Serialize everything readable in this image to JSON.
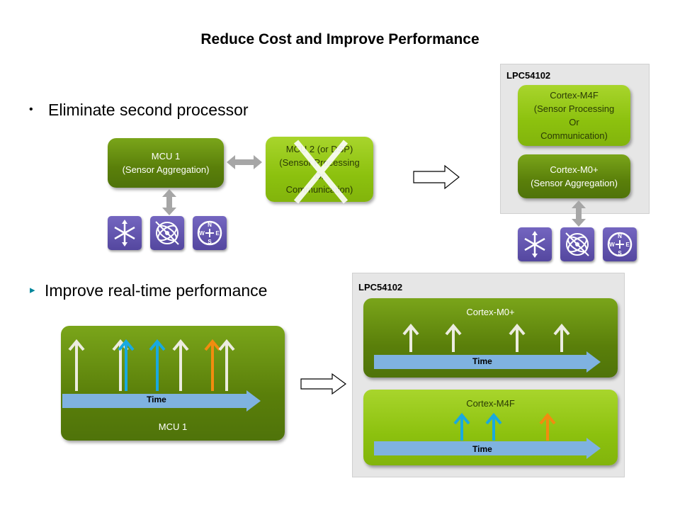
{
  "title": "Reduce Cost and Improve Performance",
  "bullets": [
    {
      "marker": "•",
      "text": "Eliminate second processor"
    },
    {
      "marker": "▸",
      "text": "Improve real-time performance"
    }
  ],
  "section1": {
    "mcu1": {
      "line1": "MCU 1",
      "line2": "(Sensor Aggregation)"
    },
    "mcu2": {
      "line1": "MCU 2 (or DSP)",
      "line2": "(Sensor Processing",
      "line3": "Or",
      "line4": "Communication)"
    },
    "lpc": {
      "label": "LPC54102",
      "m4f": {
        "line1": "Cortex-M4F",
        "line2": "(Sensor Processing",
        "line3": "Or",
        "line4": "Communication)"
      },
      "m0": {
        "line1": "Cortex-M0+",
        "line2": "(Sensor Aggregation)"
      }
    },
    "sensor_icons": [
      "accelerometer-icon",
      "gyroscope-icon",
      "compass-icon"
    ],
    "compass_letters": {
      "n": "N",
      "s": "S",
      "e": "E",
      "w": "W"
    }
  },
  "section2": {
    "mcu1": {
      "label": "MCU 1",
      "time": "Time"
    },
    "lpc": {
      "label": "LPC54102",
      "m0": {
        "label": "Cortex-M0+",
        "time": "Time"
      },
      "m4f": {
        "label": "Cortex-M4F",
        "time": "Time"
      }
    }
  },
  "colors": {
    "dark_green": "#5a7f0a",
    "light_green": "#8cc10e",
    "purple": "#5f52ab",
    "blue": "#19a9e0",
    "orange": "#f28c0f",
    "time_bar": "#7fb2e0",
    "teal_marker": "#00869b"
  }
}
